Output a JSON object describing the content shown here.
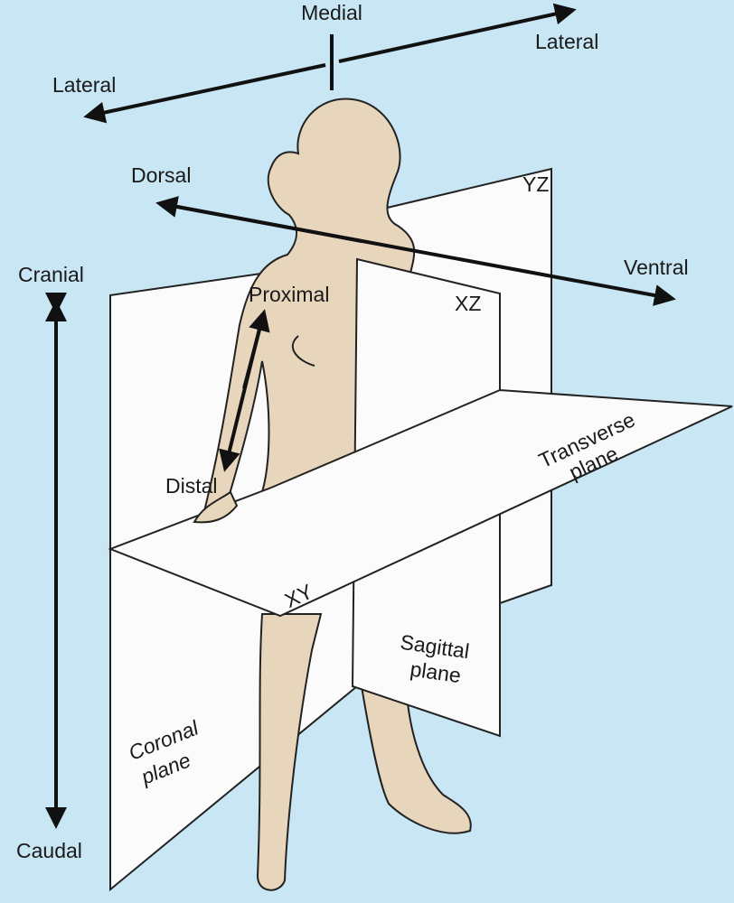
{
  "colors": {
    "background": "#c8e6f3",
    "skin": "#e7d5bc",
    "plane": "#fbfbfb",
    "line": "#111111"
  },
  "directions": {
    "medial": "Medial",
    "lateral_left": "Lateral",
    "lateral_right": "Lateral",
    "dorsal": "Dorsal",
    "ventral": "Ventral",
    "cranial": "Cranial",
    "caudal": "Caudal",
    "proximal": "Proximal",
    "distal": "Distal"
  },
  "planes": {
    "yz": "YZ",
    "xz": "XZ",
    "xy": "XY",
    "transverse": [
      "Transverse",
      "plane"
    ],
    "sagittal": [
      "Sagittal",
      "plane"
    ],
    "coronal": [
      "Coronal",
      "plane"
    ]
  }
}
